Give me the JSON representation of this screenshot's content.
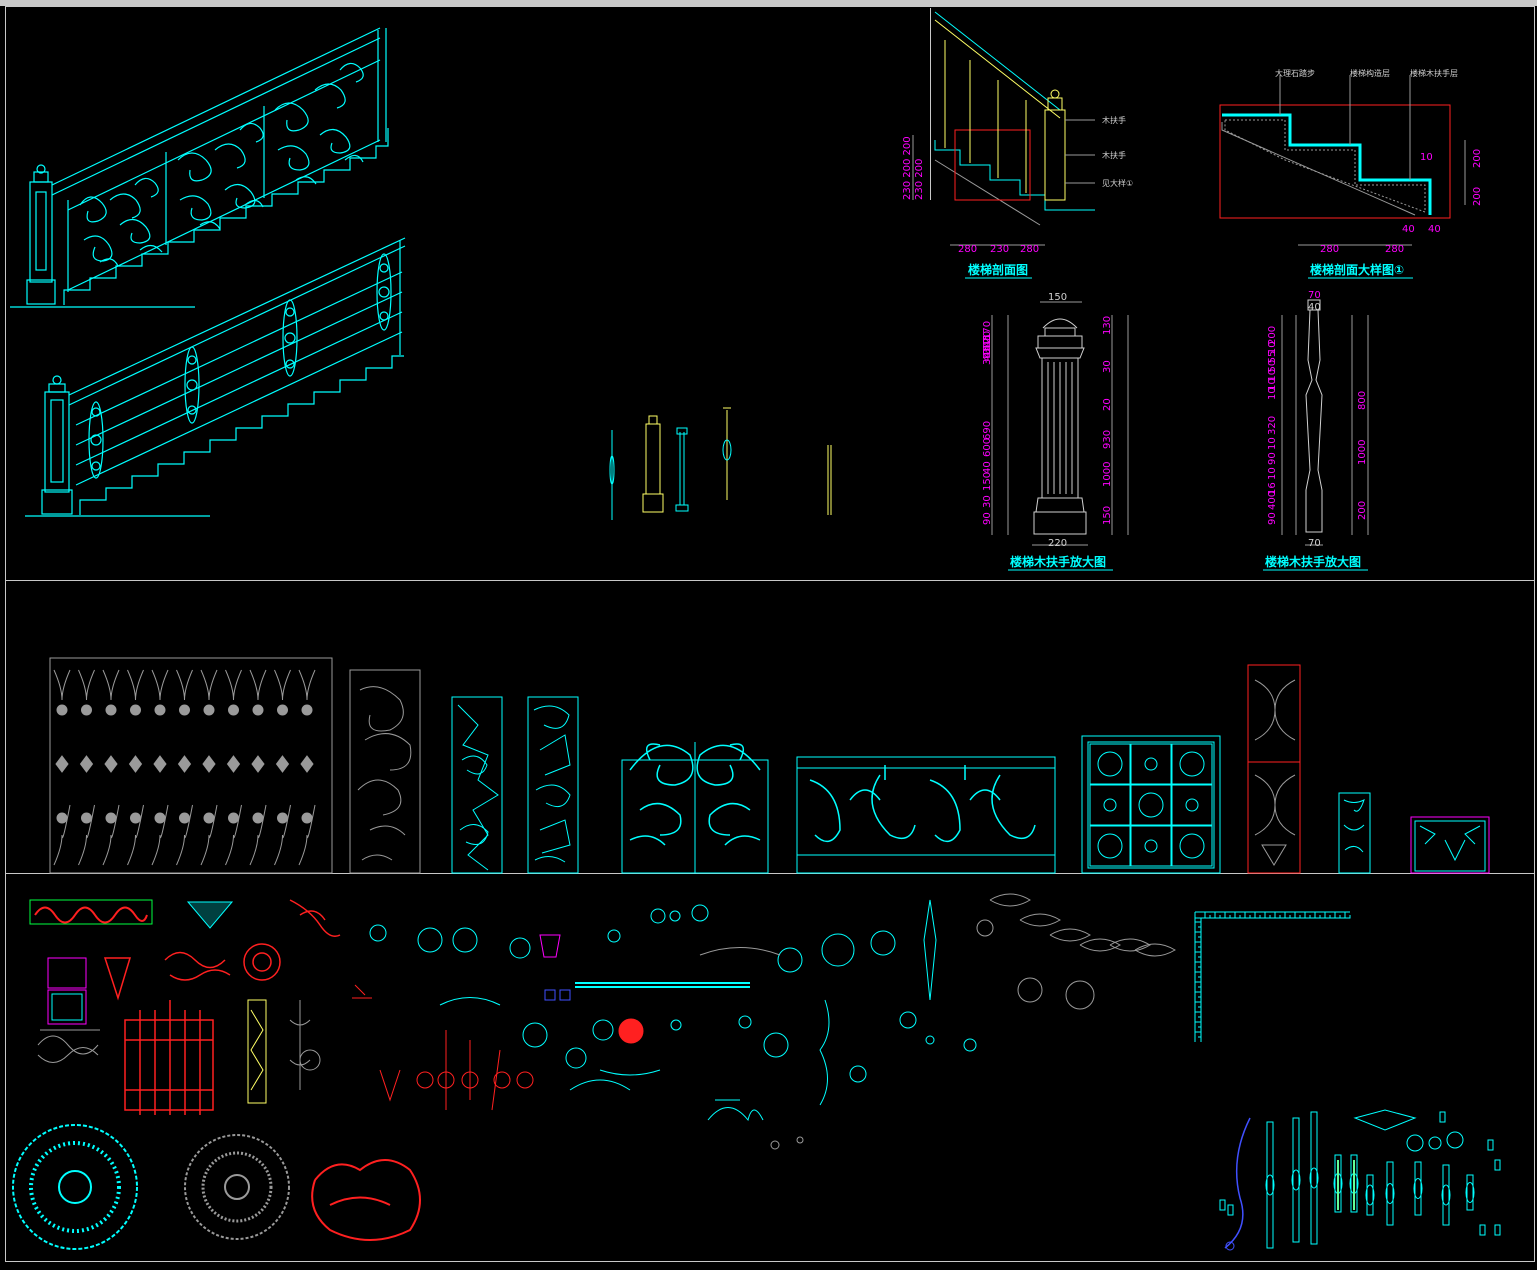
{
  "colors": {
    "background": "#000000",
    "cyan": "#00ffff",
    "magenta": "#ff00ff",
    "red": "#ff2020",
    "yellow": "#ffff66",
    "white": "#d0d0d0",
    "gray": "#9a9a9a",
    "frame": "#c8c8c8",
    "blue": "#4050ff"
  },
  "section_titles": {
    "stair_section": "楼梯剖面图",
    "stair_detail": "楼梯剖面大样图①",
    "newel_detail": "楼梯木扶手放大图",
    "baluster_detail": "楼梯木扶手放大图"
  },
  "stair_section_notes": [
    "木扶手",
    "木扶手",
    "见大样①"
  ],
  "stair_section_dims": {
    "horizontal": [
      "280",
      "230",
      "280"
    ],
    "vertical": "230 200 200",
    "vertical2": "230 200"
  },
  "stair_detail_notes": [
    "大理石踏步",
    "楼梯构造层",
    "楼梯木扶手层"
  ],
  "stair_detail_dims": {
    "horizontal": [
      "280",
      "280"
    ],
    "small": [
      "10",
      "40",
      "40"
    ],
    "vertical": [
      "200",
      "200"
    ]
  },
  "newel_dims": {
    "top": "150",
    "bottom": "220",
    "left": [
      "170",
      "20",
      "45",
      "40",
      "30",
      "45",
      "40",
      "30",
      "690",
      "600",
      "40",
      "150",
      "30",
      "90"
    ],
    "right": [
      "130",
      "30",
      "20",
      "930",
      "1000",
      "150"
    ]
  },
  "baluster_dims": {
    "top": "70",
    "top2": "40",
    "bottom": "70",
    "left": [
      "200",
      "10",
      "55",
      "50",
      "10",
      "10",
      "10",
      "320",
      "10",
      "90",
      "10",
      "16",
      "400",
      "90"
    ],
    "right": [
      "800",
      "1000",
      "200"
    ]
  }
}
